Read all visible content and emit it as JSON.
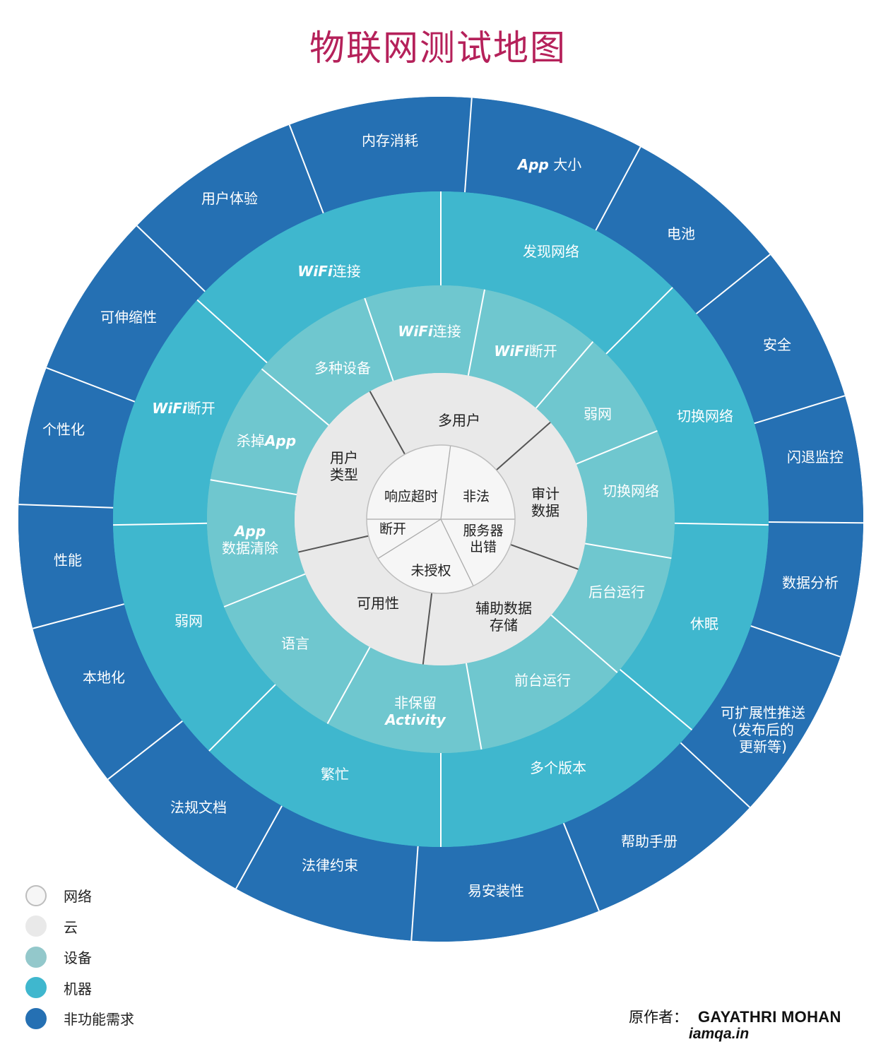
{
  "title": "物联网测试地图",
  "colors": {
    "title": "#B5215A",
    "network": "#F6F6F6",
    "network_stroke": "#BDBDBD",
    "cloud": "#E9E9E9",
    "device": "#6FC7CF",
    "machine": "#3FB7CE",
    "nonfunctional": "#2570B3",
    "legend_device": "#93C8CB",
    "dark_text": "#1E1E1E",
    "light_text": "#FFFFFF",
    "cloud_divider": "#555555",
    "network_divider": "#AAAAAA",
    "ring_divider": "#FFFFFF"
  },
  "chart_data": {
    "type": "sunburst",
    "title": "物联网测试地图",
    "center": [
      624,
      735
    ],
    "rings": [
      {
        "name": "网络",
        "r_inner": 0,
        "r_outer": 105,
        "color_key": "network",
        "text_color": "dark_text",
        "divider_key": "network_divider",
        "font_size": 19,
        "segments": [
          {
            "label": "非法",
            "start": 7.5,
            "end": 90,
            "pos": [
              674,
              703
            ]
          },
          {
            "label": "服务器\n出错",
            "start": 90,
            "end": 154,
            "pos": [
              684,
              763
            ]
          },
          {
            "label": "未授权",
            "start": 154,
            "end": 238,
            "pos": [
              610,
              808
            ]
          },
          {
            "label": "断开",
            "start": 238,
            "end": 270,
            "pos": [
              556,
              749
            ]
          },
          {
            "label": "响应超时",
            "start": 270,
            "end": 367.5,
            "pos": [
              582,
              703
            ]
          }
        ]
      },
      {
        "name": "云",
        "r_inner": 105,
        "r_outer": 207,
        "color_key": "cloud",
        "text_color": "dark_text",
        "divider_key": "cloud_divider",
        "font_size": 20,
        "segments": [
          {
            "label": "多用户",
            "start": 331,
            "end": 48.5,
            "pos": [
              650,
              595
            ]
          },
          {
            "label": "审计\n数据",
            "start": 48.5,
            "end": 110,
            "pos": [
              772,
              711
            ]
          },
          {
            "label": "辅助数据\n存储",
            "start": 110,
            "end": 187,
            "pos": [
              713,
              873
            ]
          },
          {
            "label": "可用性",
            "start": 187,
            "end": 257,
            "pos": [
              535,
              854
            ]
          },
          {
            "label": "用户\n类型",
            "start": 257,
            "end": 331,
            "pos": [
              487,
              660
            ]
          }
        ]
      },
      {
        "name": "设备",
        "r_inner": 207,
        "r_outer": 331,
        "color_key": "device",
        "text_color": "light_text",
        "divider_key": "ring_divider",
        "font_size": 20,
        "segments": [
          {
            "label": "*WiFi*连接",
            "start": 341,
            "end": 10.8,
            "pos": [
              608,
              469
            ]
          },
          {
            "label": "*WiFi*断开",
            "start": 10.8,
            "end": 40.6,
            "pos": [
              744,
              497
            ]
          },
          {
            "label": "弱网",
            "start": 40.6,
            "end": 67.8,
            "pos": [
              846,
              586
            ]
          },
          {
            "label": "切换网络",
            "start": 67.8,
            "end": 99.6,
            "pos": [
              893,
              695
            ]
          },
          {
            "label": "后台运行",
            "start": 99.6,
            "end": 131,
            "pos": [
              873,
              838
            ]
          },
          {
            "label": "前台运行",
            "start": 131,
            "end": 170,
            "pos": [
              768,
              963
            ]
          },
          {
            "label": "非保留\n*Activity*",
            "start": 170,
            "end": 209,
            "pos": [
              588,
              1007
            ]
          },
          {
            "label": "语言",
            "start": 209,
            "end": 248,
            "pos": [
              418,
              911
            ]
          },
          {
            "label": "*App*\n数据清除",
            "start": 248,
            "end": 279.7,
            "pos": [
              354,
              764
            ]
          },
          {
            "label": "杀掉*App*",
            "start": 279.7,
            "end": 310,
            "pos": [
              377,
              624
            ]
          },
          {
            "label": "多种设备",
            "start": 310,
            "end": 341,
            "pos": [
              485,
              521
            ]
          }
        ]
      },
      {
        "name": "机器",
        "r_inner": 331,
        "r_outer": 464,
        "color_key": "machine",
        "text_color": "light_text",
        "divider_key": "ring_divider",
        "font_size": 20,
        "segments": [
          {
            "label": "发现网络",
            "start": 0,
            "end": 45,
            "pos": [
              780,
              356
            ]
          },
          {
            "label": "切换网络",
            "start": 45,
            "end": 91,
            "pos": [
              998,
              589
            ]
          },
          {
            "label": "休眠",
            "start": 91,
            "end": 130,
            "pos": [
              997,
              883
            ]
          },
          {
            "label": "多个版本",
            "start": 130,
            "end": 180,
            "pos": [
              790,
              1087
            ]
          },
          {
            "label": "繁忙",
            "start": 180,
            "end": 225,
            "pos": [
              474,
              1096
            ]
          },
          {
            "label": "弱网",
            "start": 225,
            "end": 269,
            "pos": [
              267,
              879
            ]
          },
          {
            "label": "*WiFi*断开",
            "start": 269,
            "end": 312,
            "pos": [
              260,
              578
            ]
          },
          {
            "label": "*WiFi*连接",
            "start": 312,
            "end": 360,
            "pos": [
              466,
              384
            ]
          }
        ]
      },
      {
        "name": "非功能需求",
        "r_inner": 464,
        "r_outer": 598,
        "color_key": "nonfunctional",
        "text_color": "light_text",
        "divider_key": "ring_divider",
        "font_size": 20,
        "segments": [
          {
            "label": "内存消耗",
            "start": 339,
            "end": 4.2,
            "pos": [
              552,
              199
            ]
          },
          {
            "label": "*App* 大小",
            "start": 4.2,
            "end": 28.2,
            "pos": [
              778,
              233
            ]
          },
          {
            "label": "电池",
            "start": 28.2,
            "end": 51.2,
            "pos": [
              964,
              331
            ]
          },
          {
            "label": "安全",
            "start": 51.2,
            "end": 73,
            "pos": [
              1100,
              488
            ]
          },
          {
            "label": "闪退监控",
            "start": 73,
            "end": 90.5,
            "pos": [
              1154,
              647
            ]
          },
          {
            "label": "数据分析",
            "start": 90.5,
            "end": 109,
            "pos": [
              1147,
              825
            ]
          },
          {
            "label": "可扩展性推送\n(发布后的\n更新等)",
            "start": 109,
            "end": 133,
            "pos": [
              1080,
              1033
            ]
          },
          {
            "label": "帮助手册",
            "start": 133,
            "end": 158,
            "pos": [
              919,
              1191
            ]
          },
          {
            "label": "易安装性",
            "start": 158,
            "end": 184,
            "pos": [
              702,
              1261
            ]
          },
          {
            "label": "法律约束",
            "start": 184,
            "end": 209,
            "pos": [
              467,
              1225
            ]
          },
          {
            "label": "法规文档",
            "start": 209,
            "end": 232,
            "pos": [
              281,
              1143
            ]
          },
          {
            "label": "本地化",
            "start": 232,
            "end": 255,
            "pos": [
              147,
              959
            ]
          },
          {
            "label": "性能",
            "start": 255,
            "end": 272,
            "pos": [
              96,
              793
            ]
          },
          {
            "label": "个性化",
            "start": 272,
            "end": 291,
            "pos": [
              90,
              608
            ]
          },
          {
            "label": "可伸缩性",
            "start": 291,
            "end": 314,
            "pos": [
              182,
              449
            ]
          },
          {
            "label": "用户体验",
            "start": 314,
            "end": 339,
            "pos": [
              325,
              281
            ]
          }
        ]
      }
    ]
  },
  "legend": {
    "items": [
      {
        "label": "网络",
        "color": "#F6F6F6",
        "border": "#BDBDBD"
      },
      {
        "label": "云",
        "color": "#E9E9E9",
        "border": "#E9E9E9"
      },
      {
        "label": "设备",
        "color": "#93C8CB",
        "border": "#93C8CB"
      },
      {
        "label": "机器",
        "color": "#3FB7CE",
        "border": "#3FB7CE"
      },
      {
        "label": "非功能需求",
        "color": "#2570B3",
        "border": "#2570B3"
      }
    ]
  },
  "credit": {
    "prefix": "原作者：",
    "author": "GAYATHRI MOHAN",
    "site": "iamqa.in"
  }
}
